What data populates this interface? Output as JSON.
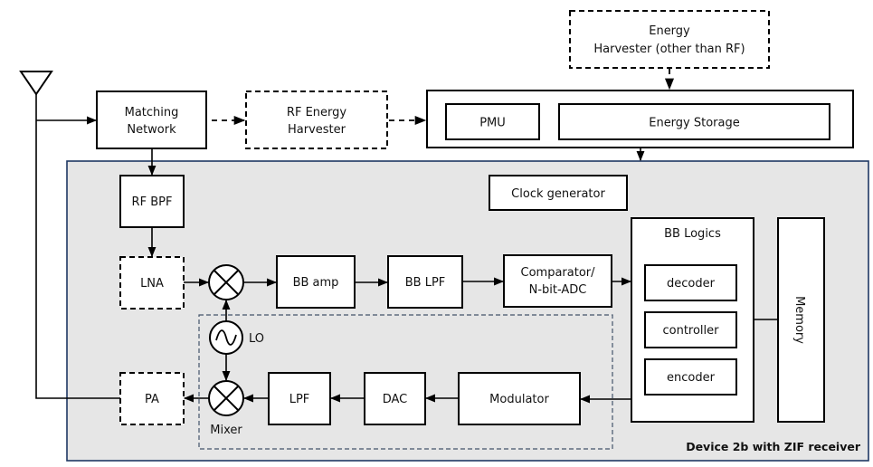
{
  "diagram": {
    "title": "Device 2b with ZIF receiver",
    "colors": {
      "device_fill": "#e6e6e6",
      "device_border": "#1f3864",
      "inner_dashed_border": "#44546a",
      "block_fill": "#ffffff",
      "line": "#000000"
    },
    "external": {
      "antenna": "antenna-icon",
      "matching_network": [
        "Matching",
        "Network"
      ],
      "rf_energy_harvester": [
        "RF Energy",
        "Harvester"
      ],
      "other_energy_harvester": [
        "Energy",
        "Harvester (other than RF)"
      ],
      "pmu": "PMU",
      "energy_storage": "Energy Storage"
    },
    "receiver_chain": {
      "rf_bpf": "RF BPF",
      "lna": "LNA",
      "mixer_rx": "mixer-icon",
      "bb_amp": "BB amp",
      "bb_lpf": "BB LPF",
      "comparator": [
        "Comparator/",
        "N-bit-ADC"
      ]
    },
    "clock_generator": "Clock generator",
    "bb_logics": {
      "title": "BB Logics",
      "items": [
        "decoder",
        "controller",
        "encoder"
      ]
    },
    "memory": "Memory",
    "transmitter_chain": {
      "lo": "LO",
      "mixer_label": "Mixer",
      "pa": "PA",
      "lpf": "LPF",
      "dac": "DAC",
      "modulator": "Modulator"
    }
  }
}
